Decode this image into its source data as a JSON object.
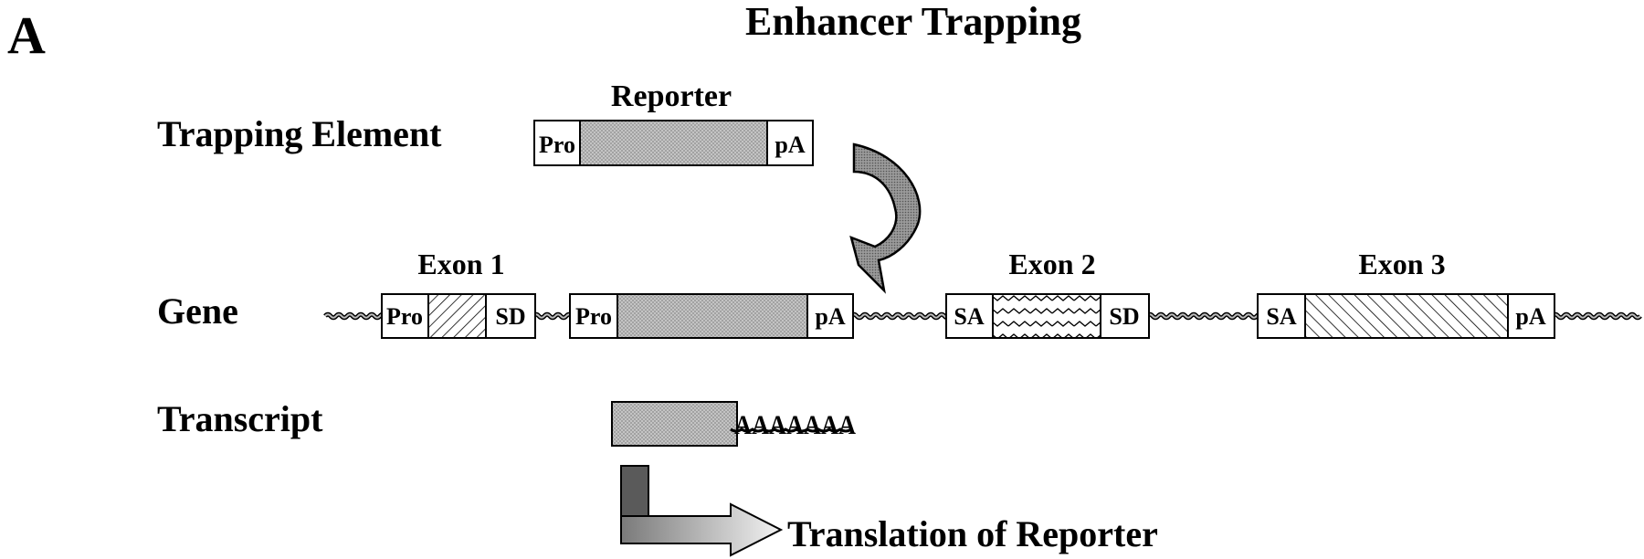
{
  "panel_letter": "A",
  "title": "Enhancer Trapping",
  "rows": {
    "trapping_element": "Trapping Element",
    "gene": "Gene",
    "transcript": "Transcript"
  },
  "trapping_element": {
    "reporter_label": "Reporter",
    "promoter": "Pro",
    "polya": "pA"
  },
  "gene": {
    "exon1": {
      "label": "Exon 1",
      "promoter": "Pro",
      "splice_donor": "SD"
    },
    "insert": {
      "promoter": "Pro",
      "polya": "pA"
    },
    "exon2": {
      "label": "Exon 2",
      "splice_acceptor": "SA",
      "splice_donor": "SD"
    },
    "exon3": {
      "label": "Exon 3",
      "splice_acceptor": "SA",
      "polya": "pA"
    }
  },
  "transcript": {
    "polya_tail": "AAAAAAA"
  },
  "translation_label": "Translation of Reporter",
  "colors": {
    "reporter_fill": "#b8b8b8",
    "arrow_dark": "#5a5a5a",
    "arrow_light": "#dcdcdc",
    "outline": "#000000"
  }
}
